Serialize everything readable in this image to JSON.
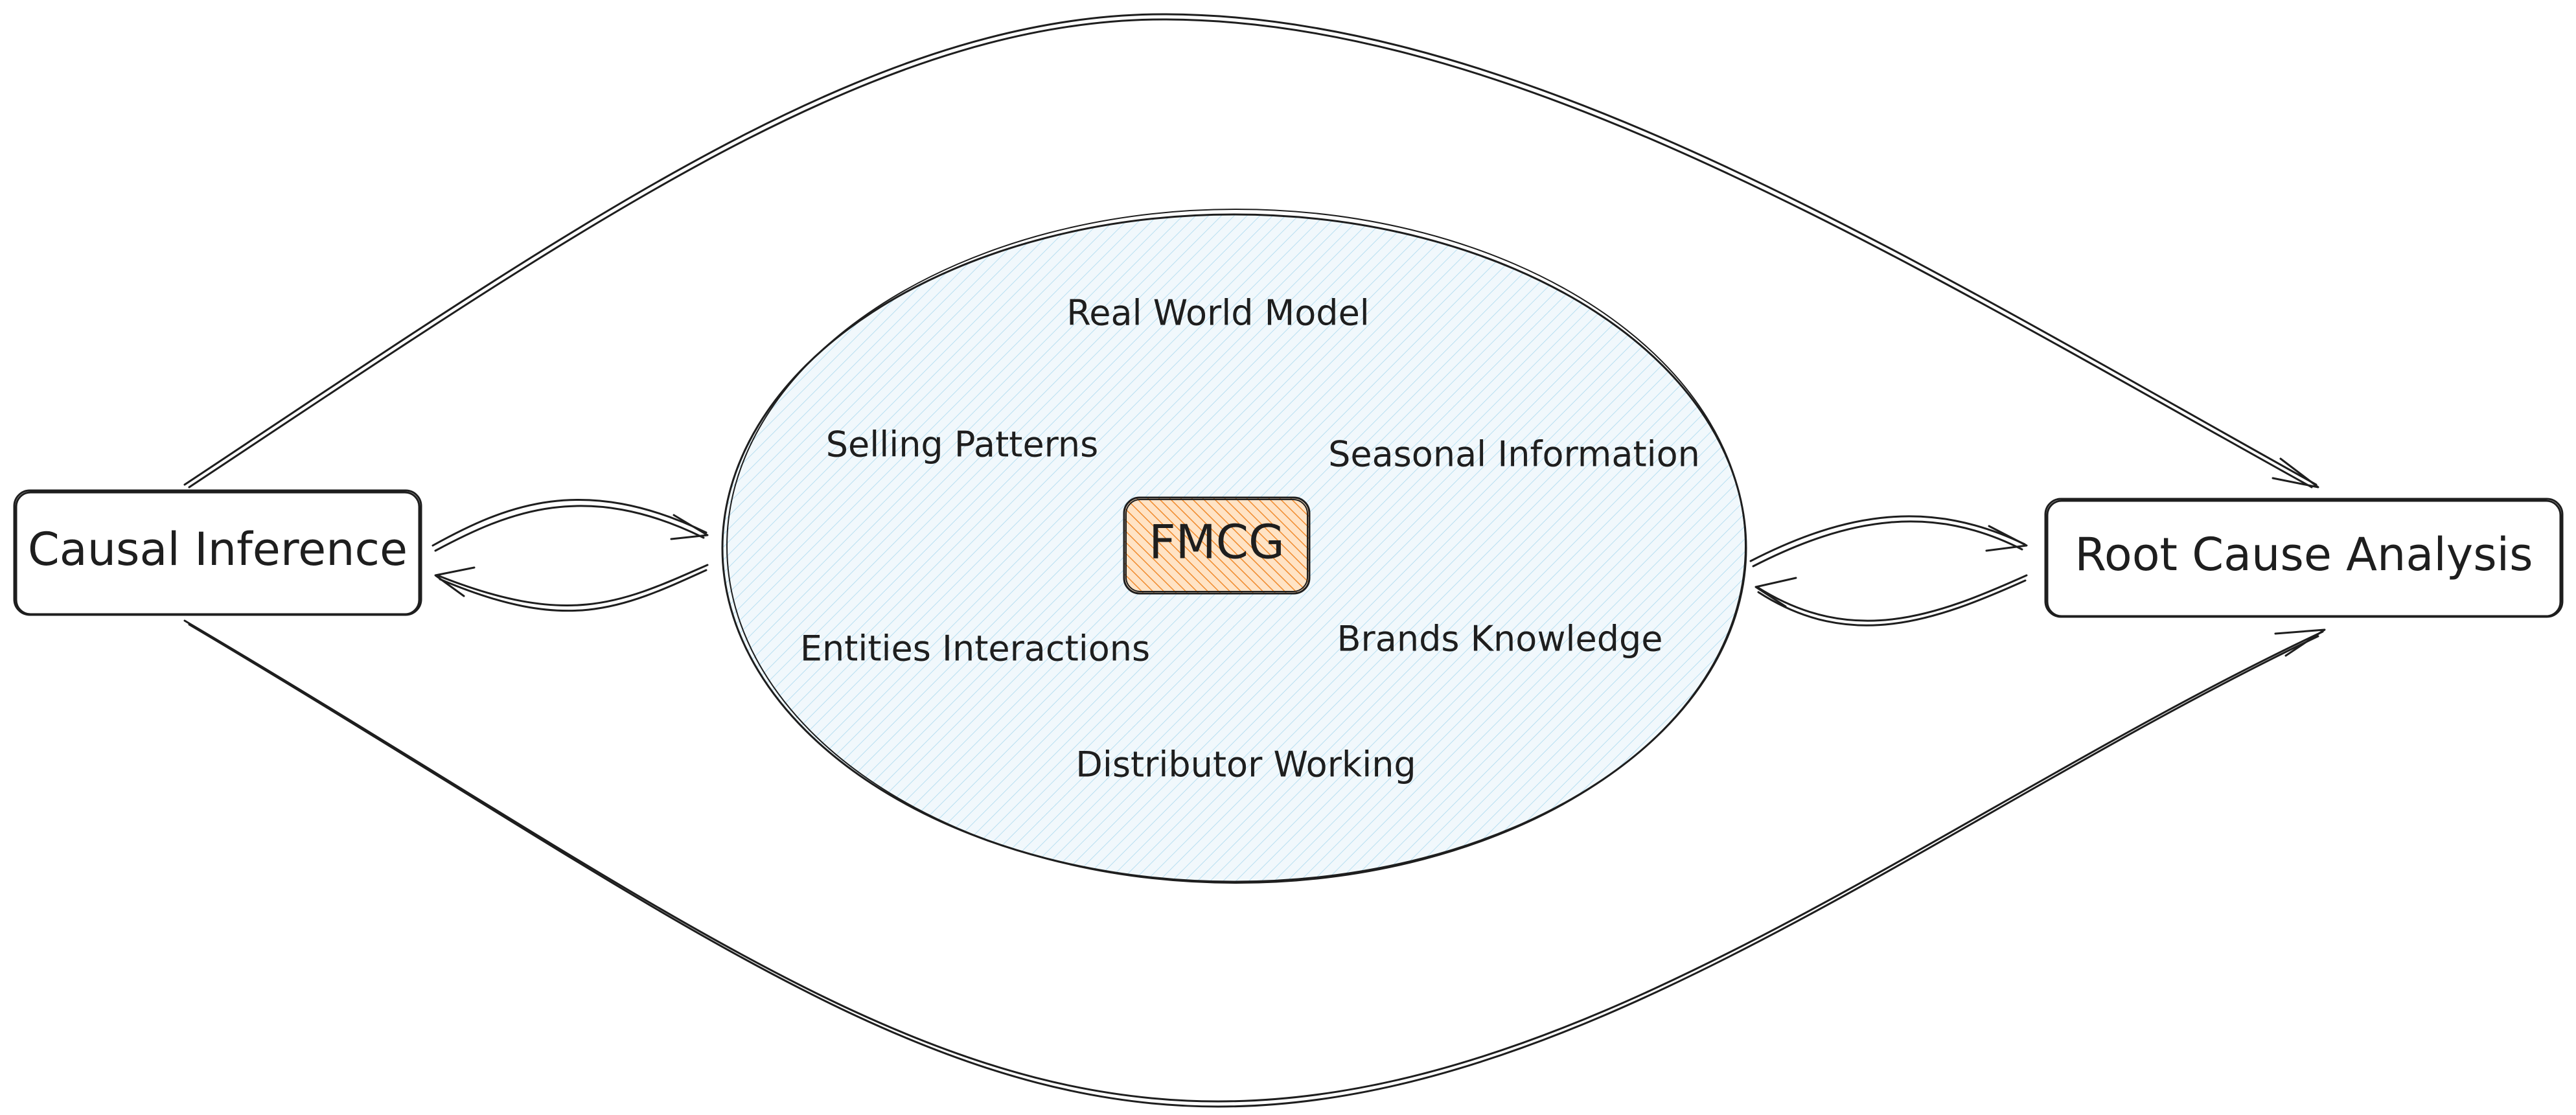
{
  "diagram": {
    "left_box": {
      "label": "Causal Inference"
    },
    "right_box": {
      "label": "Root Cause Analysis"
    },
    "ellipse": {
      "fill_color": "#f1f8fc",
      "hatch_color": "#b8dff1",
      "topics": [
        "Real World Model",
        "Selling Patterns",
        "Seasonal Information",
        "Entities Interactions",
        "Brands Knowledge",
        "Distributor Working"
      ]
    },
    "center_box": {
      "label": "FMCG",
      "fill_color": "#ffe3c5",
      "hatch_color": "#f08a2c"
    },
    "stroke_color": "#1e1e1e"
  }
}
